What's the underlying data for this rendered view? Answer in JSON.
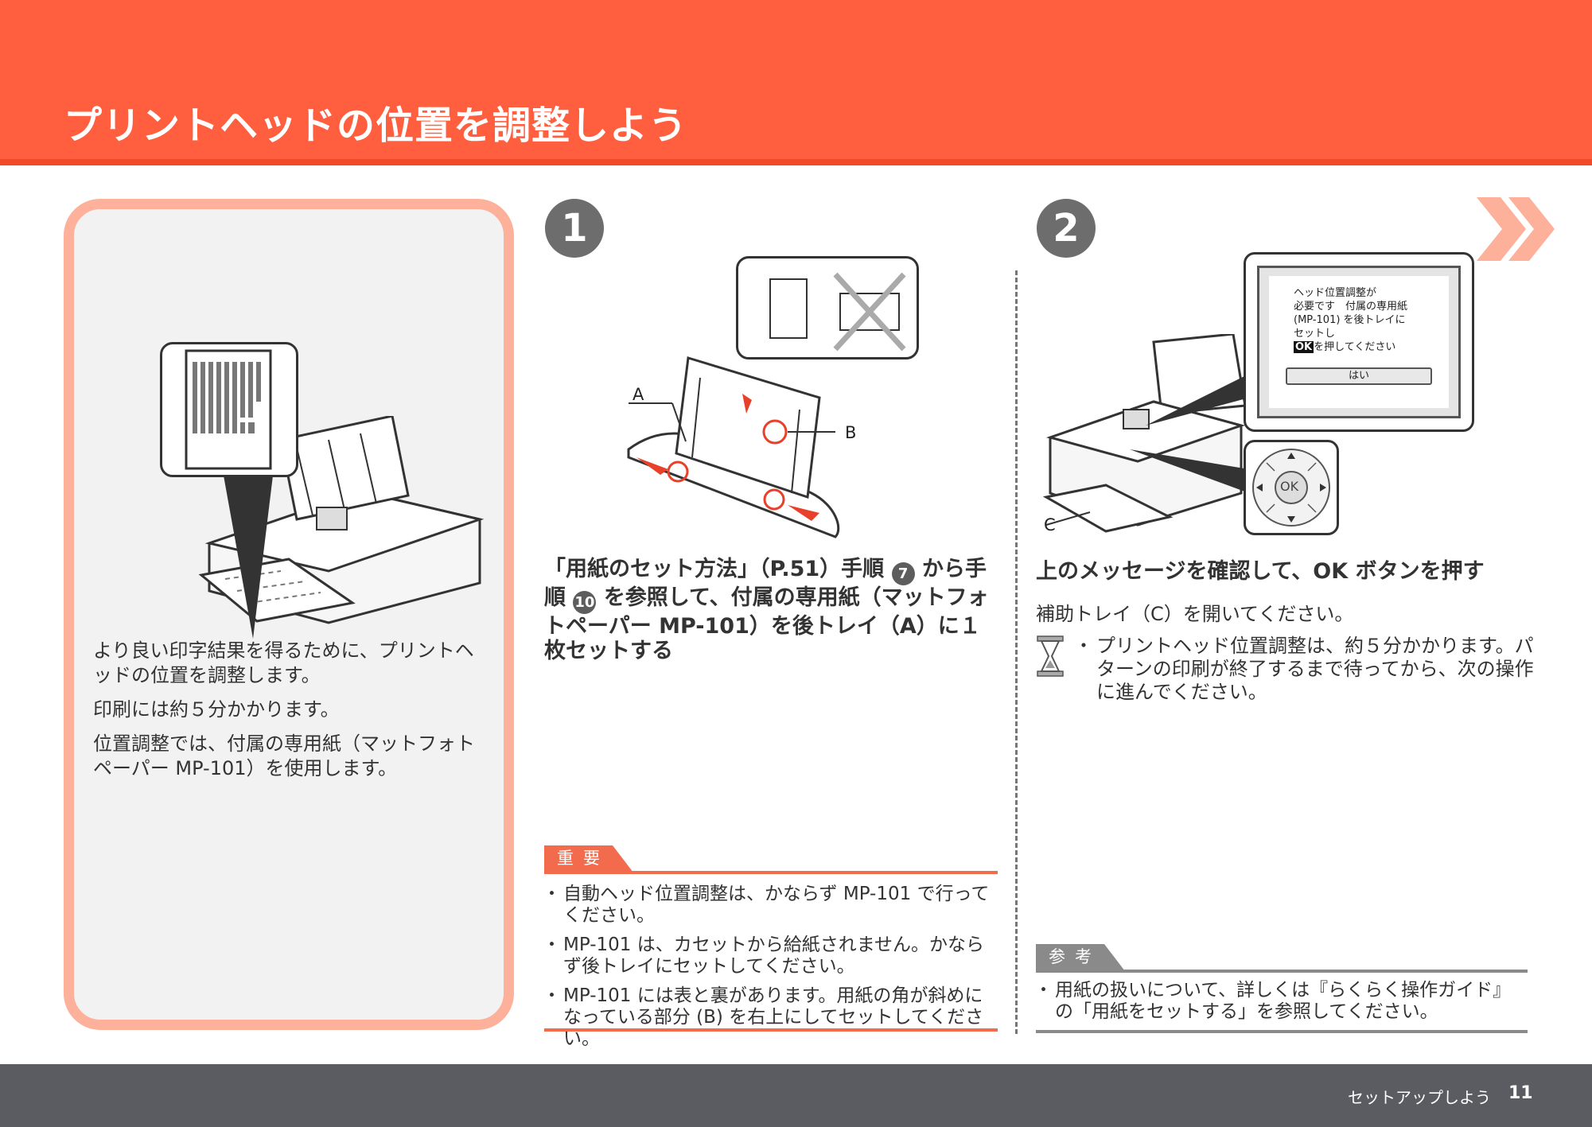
{
  "header": {
    "title": "プリントヘッドの位置を調整しよう"
  },
  "intro": {
    "paragraphs": [
      "より良い印字結果を得るために、プリントヘッドの位置を調整します。",
      "印刷には約５分かかります。",
      "位置調整では、付属の専用紙（マットフォトペーパー MP-101）を使用します。"
    ]
  },
  "step1": {
    "number": "1",
    "heading_part1": "「用紙のセット方法」（P.51）手順",
    "ref_start": "7",
    "heading_part2": "から手順",
    "ref_end": "10",
    "heading_part3": "を参照して、付属の専用紙（マットフォトペーパー MP-101）を後トレイ（A）に１枚セットする",
    "callout_a": "A",
    "callout_b": "B",
    "important": {
      "tag": "重要",
      "items": [
        "自動ヘッド位置調整は、かならず MP-101 で行ってください。",
        "MP-101 は、カセットから給紙されません。かならず後トレイにセットしてください。",
        "MP-101 には表と裏があります。用紙の角が斜めになっている部分 (B) を右上にしてセットしてください。"
      ]
    }
  },
  "step2": {
    "number": "2",
    "heading": "上のメッセージを確認して、OK ボタンを押す",
    "sub": "補助トレイ（C）を開いてください。",
    "tip": "プリントヘッド位置調整は、約５分かかります。パターンの印刷が終了するまで待ってから、次の操作に進んでください。",
    "callout_c": "C",
    "lcd": {
      "line1": "ヘッド位置調整が",
      "line2": "必要です　付属の専用紙",
      "line3": "(MP-101) を後トレイに",
      "line4": "セットし",
      "ok_tag": "OK",
      "line5": "を押してください",
      "button": "はい"
    },
    "ok_button_label": "OK",
    "reference": {
      "tag": "参考",
      "items": [
        "用紙の扱いについて、詳しくは『らくらく操作ガイド』の「用紙をセットする」を参照してください。"
      ]
    }
  },
  "footer": {
    "label": "セットアップしよう",
    "page": "11"
  },
  "colors": {
    "header": "#ff5f3f",
    "intro_border": "#fdb09a",
    "important_accent": "#f26b4d",
    "reference_accent": "#8a8a8a",
    "footer": "#5b5b62"
  }
}
